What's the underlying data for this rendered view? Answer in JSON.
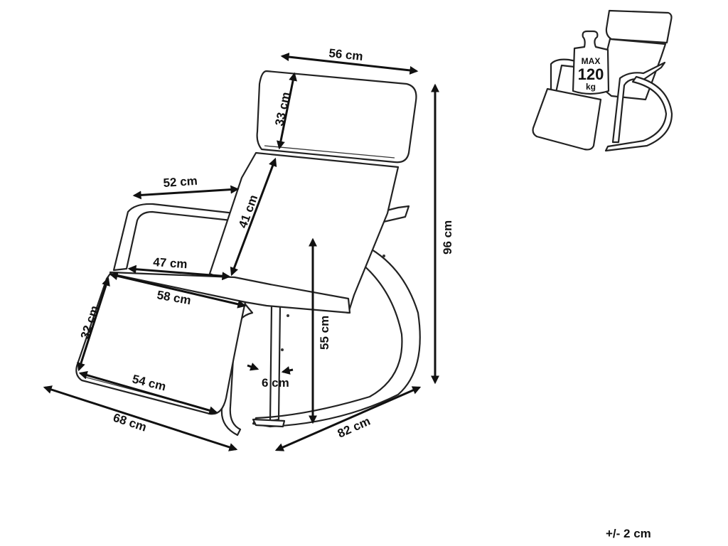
{
  "dimensions": [
    {
      "name": "headrest-width",
      "label": "56 cm"
    },
    {
      "name": "headrest-height",
      "label": "33 cm"
    },
    {
      "name": "seat-back-width",
      "label": "52 cm"
    },
    {
      "name": "backrest-height",
      "label": "41 cm"
    },
    {
      "name": "seat-width",
      "label": "47 cm"
    },
    {
      "name": "seat-depth",
      "label": "58 cm"
    },
    {
      "name": "footrest-depth",
      "label": "32 cm"
    },
    {
      "name": "footrest-width",
      "label": "54 cm"
    },
    {
      "name": "overall-width",
      "label": "68 cm"
    },
    {
      "name": "overall-depth",
      "label": "82 cm"
    },
    {
      "name": "overall-height",
      "label": "96 cm"
    },
    {
      "name": "seat-height",
      "label": "55 cm"
    },
    {
      "name": "frame-thickness",
      "label": "6 cm"
    }
  ],
  "weight_badge": {
    "max": "MAX",
    "value": "120",
    "unit": "kg"
  },
  "tolerance": "+/- 2 cm"
}
